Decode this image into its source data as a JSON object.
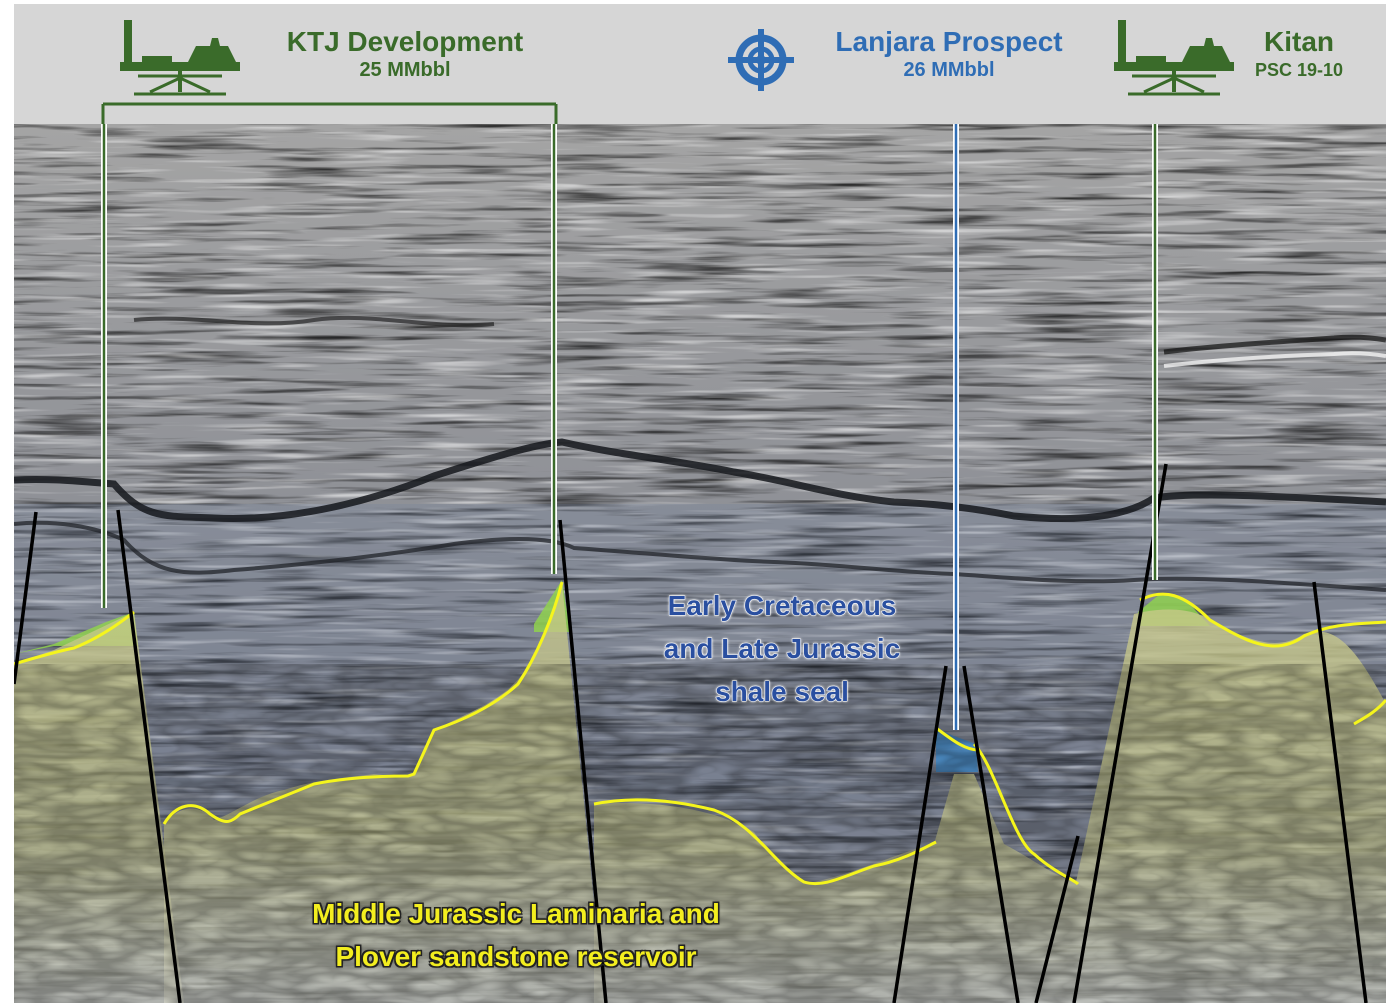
{
  "header": {
    "ktj": {
      "name": "KTJ Development",
      "volume": "25 MMbbl",
      "icon": "offshore-platform-icon"
    },
    "lanjara": {
      "name": "Lanjara Prospect",
      "volume": "26 MMbbl",
      "icon": "crosshair-target-icon"
    },
    "kitan": {
      "name": "Kitan",
      "subtitle": "PSC 19-10",
      "icon": "offshore-platform-icon"
    }
  },
  "labels": {
    "seal": {
      "line1": "Early Cretaceous",
      "line2": "and Late Jurassic",
      "line3": "shale seal"
    },
    "reservoir": {
      "line1": "Middle Jurassic Laminaria and",
      "line2": "Plover sandstone reservoir"
    }
  },
  "colors": {
    "header_bg": "#d6d6d6",
    "development_green": "#3a6b2a",
    "prospect_blue": "#2f6db5",
    "reservoir_yellow": "#e8e81c",
    "hydrocarbon_green": "#8fd14f",
    "fault_black": "#000000"
  }
}
